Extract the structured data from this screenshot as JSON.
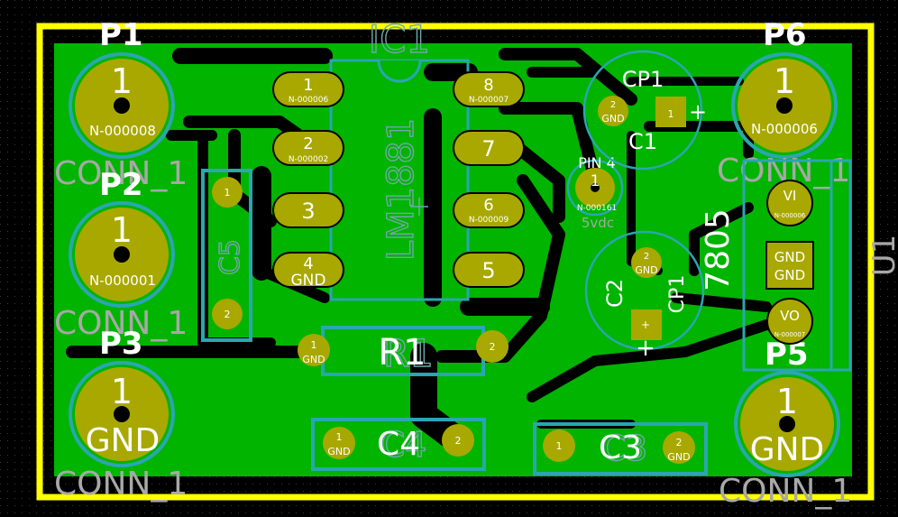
{
  "board": {
    "colors": {
      "background": "#000000",
      "edge": "#ffff00",
      "copper": "#00b400",
      "track": "#000000",
      "pad": "#a8a800",
      "silkscreen": "#2aa6b0",
      "text": "#ffffff",
      "value_text": "#a8a8a8"
    }
  },
  "connectors": [
    {
      "ref": "P1",
      "pad": "1",
      "net": "N-000008",
      "value": "CONN_1"
    },
    {
      "ref": "P2",
      "pad": "1",
      "net": "N-000001",
      "value": "CONN_1"
    },
    {
      "ref": "P3",
      "pad": "1",
      "net": "GND",
      "value": "CONN_1"
    },
    {
      "ref": "P6",
      "pad": "1",
      "net": "N-000006",
      "value": "CONN_1"
    },
    {
      "ref": "P5",
      "pad": "1",
      "net": "GND",
      "value": "CONN_1"
    }
  ],
  "ic1": {
    "ref": "IC1",
    "value": "LM1881",
    "pins": [
      {
        "num": "1",
        "net": "N-000006"
      },
      {
        "num": "2",
        "net": "N-000002"
      },
      {
        "num": "3",
        "net": ""
      },
      {
        "num": "4",
        "net": "GND"
      },
      {
        "num": "5",
        "net": ""
      },
      {
        "num": "6",
        "net": "N-000009"
      },
      {
        "num": "7",
        "net": ""
      },
      {
        "num": "8",
        "net": "N-000007"
      }
    ]
  },
  "pin4": {
    "label": "PIN 4",
    "pad": "1",
    "net": "N-000161",
    "value": "5vdc"
  },
  "cp1": {
    "ref": "CP1",
    "value": "C1",
    "pad1": "1",
    "pad2": "2",
    "pad2_net": "GND",
    "plus": "+"
  },
  "cp2": {
    "ref": "C2",
    "value": "CP1",
    "pad1": "+",
    "pad2": "2",
    "pad2_net": "GND",
    "plus": "+"
  },
  "c5": {
    "ref": "C5",
    "pad1": "1",
    "pad2": "2"
  },
  "r1": {
    "ref": "R1",
    "value": "R1",
    "pad1": "1",
    "pad1_net": "GND",
    "pad2": "2"
  },
  "c4": {
    "ref": "C4",
    "value": "C4",
    "pad1": "1",
    "pad1_net": "GND",
    "pad2": "2"
  },
  "c3": {
    "ref": "C3",
    "value": "C3",
    "pad1": "1",
    "pad2": "2",
    "pad2_net": "GND"
  },
  "u1": {
    "ref": "U1",
    "value": "7805",
    "pins": [
      {
        "name": "VI",
        "net": "N-000006"
      },
      {
        "name": "GND",
        "net": "GND"
      },
      {
        "name": "VO",
        "net": "N-000007"
      }
    ]
  }
}
